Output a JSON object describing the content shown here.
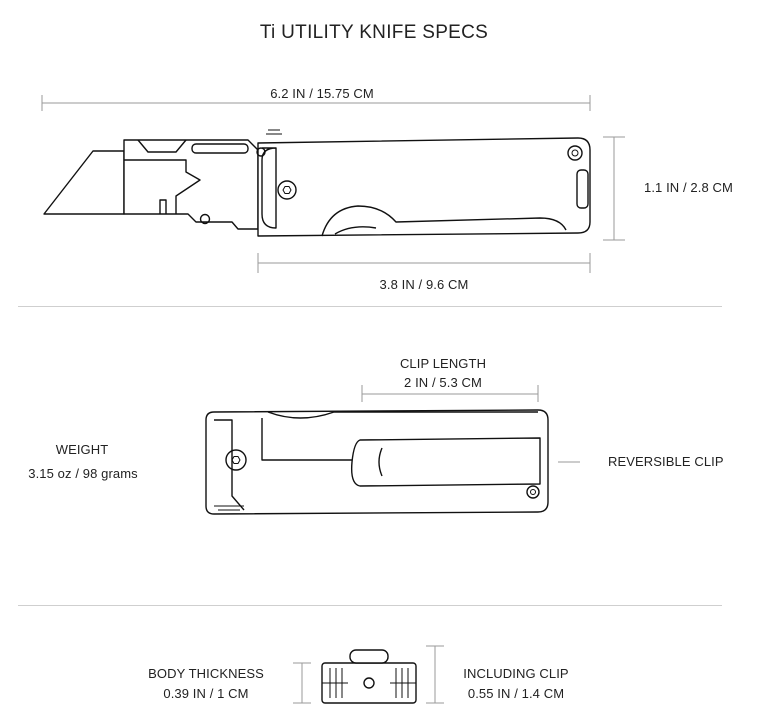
{
  "title": "Ti UTILITY KNIFE SPECS",
  "overall_length": "6.2 IN / 15.75 CM",
  "height": "1.1 IN / 2.8 CM",
  "handle_length": "3.8 IN / 9.6 CM",
  "clip_length": {
    "label": "CLIP LENGTH",
    "value": "2 IN / 5.3 CM"
  },
  "weight": {
    "label": "WEIGHT",
    "value": "3.15 oz /  98 grams"
  },
  "reversible_clip": "REVERSIBLE CLIP",
  "body_thickness": {
    "label": "BODY THICKNESS",
    "value": "0.39 IN / 1 CM"
  },
  "including_clip": {
    "label": "INCLUDING CLIP",
    "value": "0.55 IN / 1.4 CM"
  }
}
